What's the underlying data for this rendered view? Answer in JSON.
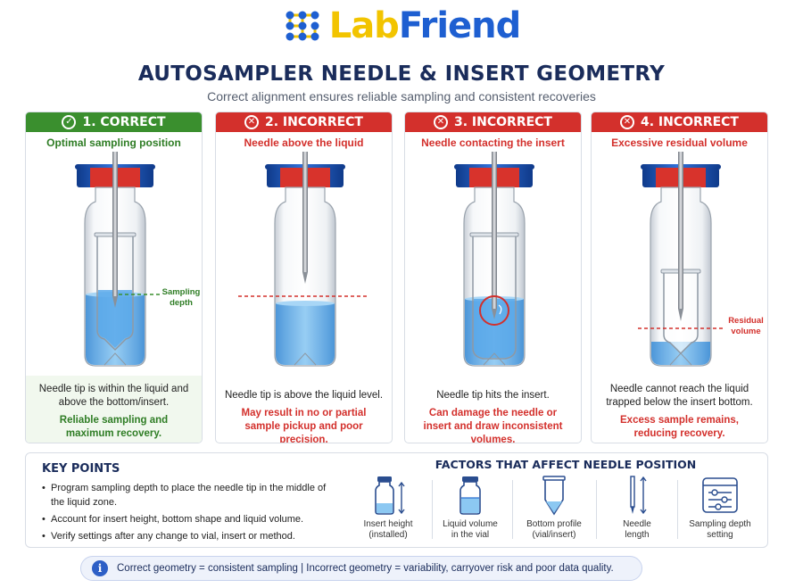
{
  "brand": {
    "name_part1": "Lab",
    "name_part2": "Friend",
    "logo_icon": "molecule-grid-icon"
  },
  "title": "AUTOSAMPLER NEEDLE & INSERT GEOMETRY",
  "subtitle": "Correct alignment ensures reliable sampling and consistent recoveries",
  "colors": {
    "correct": "#3a8f2e",
    "incorrect": "#d3302c",
    "liquid": "#5aa9ea",
    "cap": "#1d4fae",
    "septum": "#d8332c",
    "navy": "#1a2c5b"
  },
  "panels": [
    {
      "header": "1. CORRECT",
      "status": "correct",
      "icon": "check-circle-icon",
      "subtitle": "Optimal sampling position",
      "annotation": "Sampling depth",
      "text": "Needle tip is within the liquid and above the bottom/insert.",
      "result": "Reliable sampling and maximum recovery."
    },
    {
      "header": "2. INCORRECT",
      "status": "incorrect",
      "icon": "x-circle-icon",
      "subtitle": "Needle above the liquid",
      "text": "Needle tip is above the liquid level.",
      "result": "May result in no or partial sample pickup and poor precision."
    },
    {
      "header": "3. INCORRECT",
      "status": "incorrect",
      "icon": "x-circle-icon",
      "subtitle": "Needle contacting the insert",
      "text": "Needle tip hits the insert.",
      "result": "Can damage the needle or insert and draw inconsistent volumes."
    },
    {
      "header": "4. INCORRECT",
      "status": "incorrect",
      "icon": "x-circle-icon",
      "subtitle": "Excessive residual volume",
      "annotation": "Residual volume",
      "text": "Needle cannot reach the liquid trapped below the insert bottom.",
      "result": "Excess sample remains, reducing recovery."
    }
  ],
  "key_points": {
    "title": "KEY POINTS",
    "items": [
      "Program sampling depth to place the needle tip in the middle of the liquid zone.",
      "Account for insert height, bottom shape and liquid volume.",
      "Verify settings after any change to vial, insert or method."
    ]
  },
  "factors": {
    "title": "FACTORS THAT AFFECT NEEDLE POSITION",
    "items": [
      {
        "label_line1": "Insert height",
        "label_line2": "(installed)",
        "icon": "insert-height-icon"
      },
      {
        "label_line1": "Liquid volume",
        "label_line2": "in the vial",
        "icon": "liquid-volume-icon"
      },
      {
        "label_line1": "Bottom profile",
        "label_line2": "(vial/insert)",
        "icon": "bottom-profile-icon"
      },
      {
        "label_line1": "Needle",
        "label_line2": "length",
        "icon": "needle-length-icon"
      },
      {
        "label_line1": "Sampling depth",
        "label_line2": "setting",
        "icon": "sampling-depth-settings-icon"
      }
    ]
  },
  "note": {
    "icon": "info-icon",
    "text": "Correct geometry = consistent sampling  |  Incorrect geometry = variability, carryover risk and poor data quality."
  }
}
